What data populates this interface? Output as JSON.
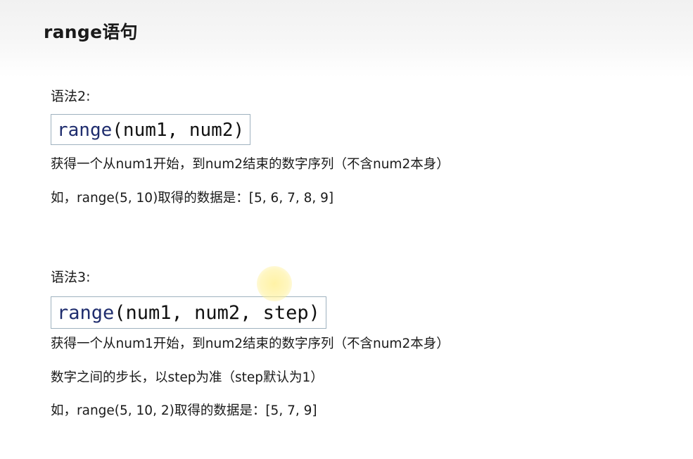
{
  "page": {
    "title": "range语句"
  },
  "sections": [
    {
      "label": "语法2:",
      "code_fn": "range",
      "code_args": "(num1, num2)",
      "lines": [
        "获得一个从num1开始，到num2结束的数字序列（不含num2本身）",
        "如，range(5, 10)取得的数据是：[5, 6, 7, 8, 9]"
      ]
    },
    {
      "label": "语法3:",
      "code_fn": "range",
      "code_args": "(num1, num2, step)",
      "lines": [
        "获得一个从num1开始，到num2结束的数字序列（不含num2本身）",
        "数字之间的步长，以step为准（step默认为1）",
        "如，range(5, 10, 2)取得的数据是：[5, 7, 9]"
      ]
    }
  ],
  "colors": {
    "code_function": "#1f2d6e",
    "code_box_border": "#9fb2bf",
    "pointer_highlight": "#fff096"
  }
}
